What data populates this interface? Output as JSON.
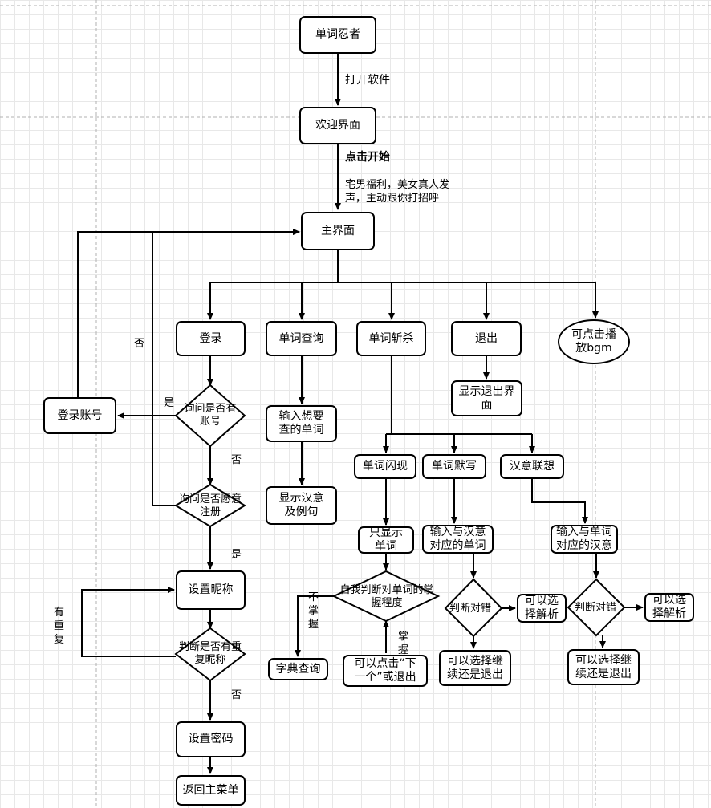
{
  "nodes": {
    "start": "单词忍者",
    "welcome": "欢迎界面",
    "main": "主界面",
    "login": "登录",
    "query": "单词查询",
    "slay": "单词斩杀",
    "exit": "退出",
    "bgm": "可点击播放bgm",
    "account": "登录账号",
    "ask_account": "询问是否有账号",
    "ask_register": "询问是否愿意注册",
    "set_nick": "设置昵称",
    "check_nick": "判断是否有重复昵称",
    "set_pwd": "设置密码",
    "back_menu": "返回主菜单",
    "input_query": "输入想要查的单词",
    "show_meaning": "显示汉意及例句",
    "exit_screen": "显示退出界面",
    "flash": "单词闪现",
    "dictation": "单词默写",
    "association": "汉意联想",
    "only_word": "只显示单词",
    "self_judge": "自我判断对单词的掌握程度",
    "dict_lookup": "字典查询",
    "next_or_exit": "可以点击“下一个”或退出",
    "input_word": "输入与汉意对应的单词",
    "judge1": "判断对错",
    "analysis1": "可以选择解析",
    "continue1": "可以选择继续还是退出",
    "input_meaning": "输入与单词对应的汉意",
    "judge2": "判断对错",
    "analysis2": "可以选择解析",
    "continue2": "可以选择继续还是退出"
  },
  "labels": {
    "open_app": "打开软件",
    "click_start": "点击开始",
    "welcome_note": "宅男福利，美女真人发声，主动跟你打招呼",
    "yes1": "是",
    "no1": "否",
    "no_loop": "否",
    "yes2": "是",
    "duplicate": "有重复",
    "no2": "否",
    "not_mastered": "不掌握",
    "mastered": "掌握"
  }
}
